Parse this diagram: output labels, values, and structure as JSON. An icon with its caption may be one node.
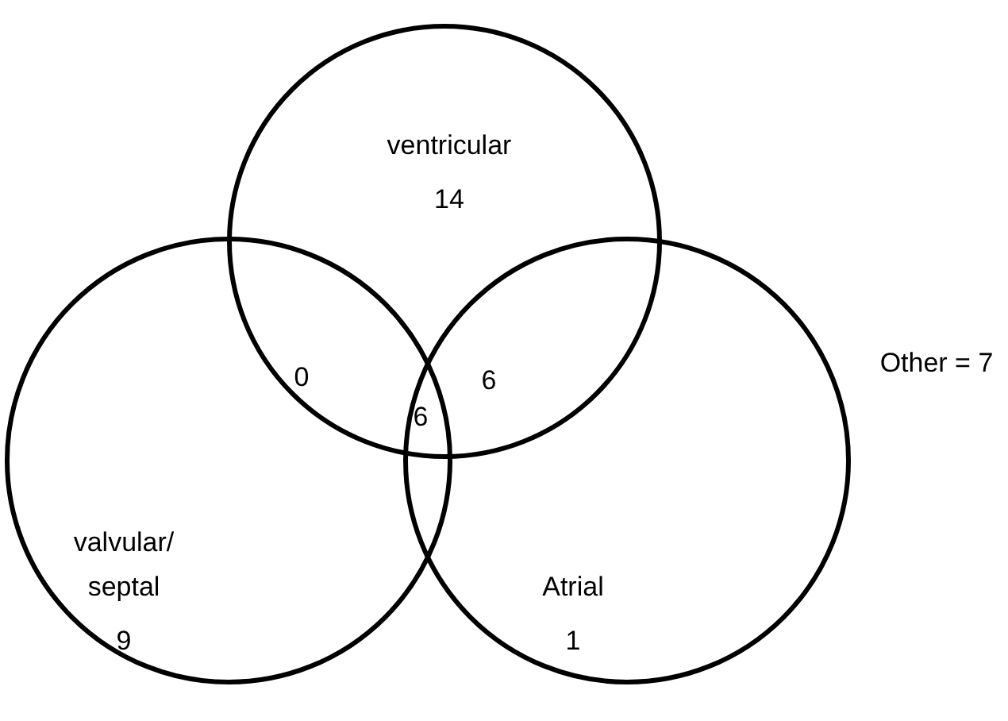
{
  "diagram": {
    "nodes": [
      {
        "text": [
          "ventricular",
          "14"
        ]
      },
      {
        "text": [
          "valvular/ septal",
          "9"
        ]
      },
      {
        "text": [
          "Atrial",
          "1"
        ]
      }
    ],
    "labels": [
      "Other = 7",
      "0",
      "6",
      "6"
    ]
  }
}
